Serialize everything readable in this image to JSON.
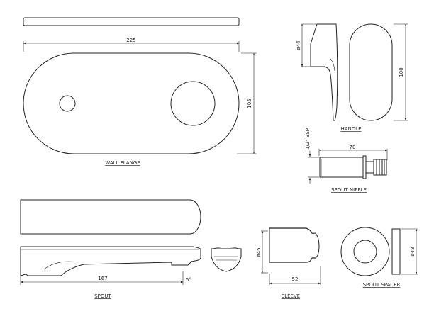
{
  "views": {
    "wall_flange": {
      "label": "WALL FLANGE",
      "width_dim": "225",
      "height_dim": "105"
    },
    "handle": {
      "label": "HANDLE",
      "diameter_dim": "ø44",
      "height_dim": "100"
    },
    "spout_nipple": {
      "label": "SPOUT NIPPLE",
      "thread_dim": "1/2\" BSP",
      "length_dim": "70"
    },
    "spout": {
      "label": "SPOUT",
      "length_dim": "167",
      "angle_dim": "5°"
    },
    "sleeve": {
      "label": "SLEEVE",
      "diameter_dim": "ø45",
      "length_dim": "52"
    },
    "spout_spacer": {
      "label": "SPOUT SPACER",
      "diameter_dim": "ø48"
    }
  }
}
